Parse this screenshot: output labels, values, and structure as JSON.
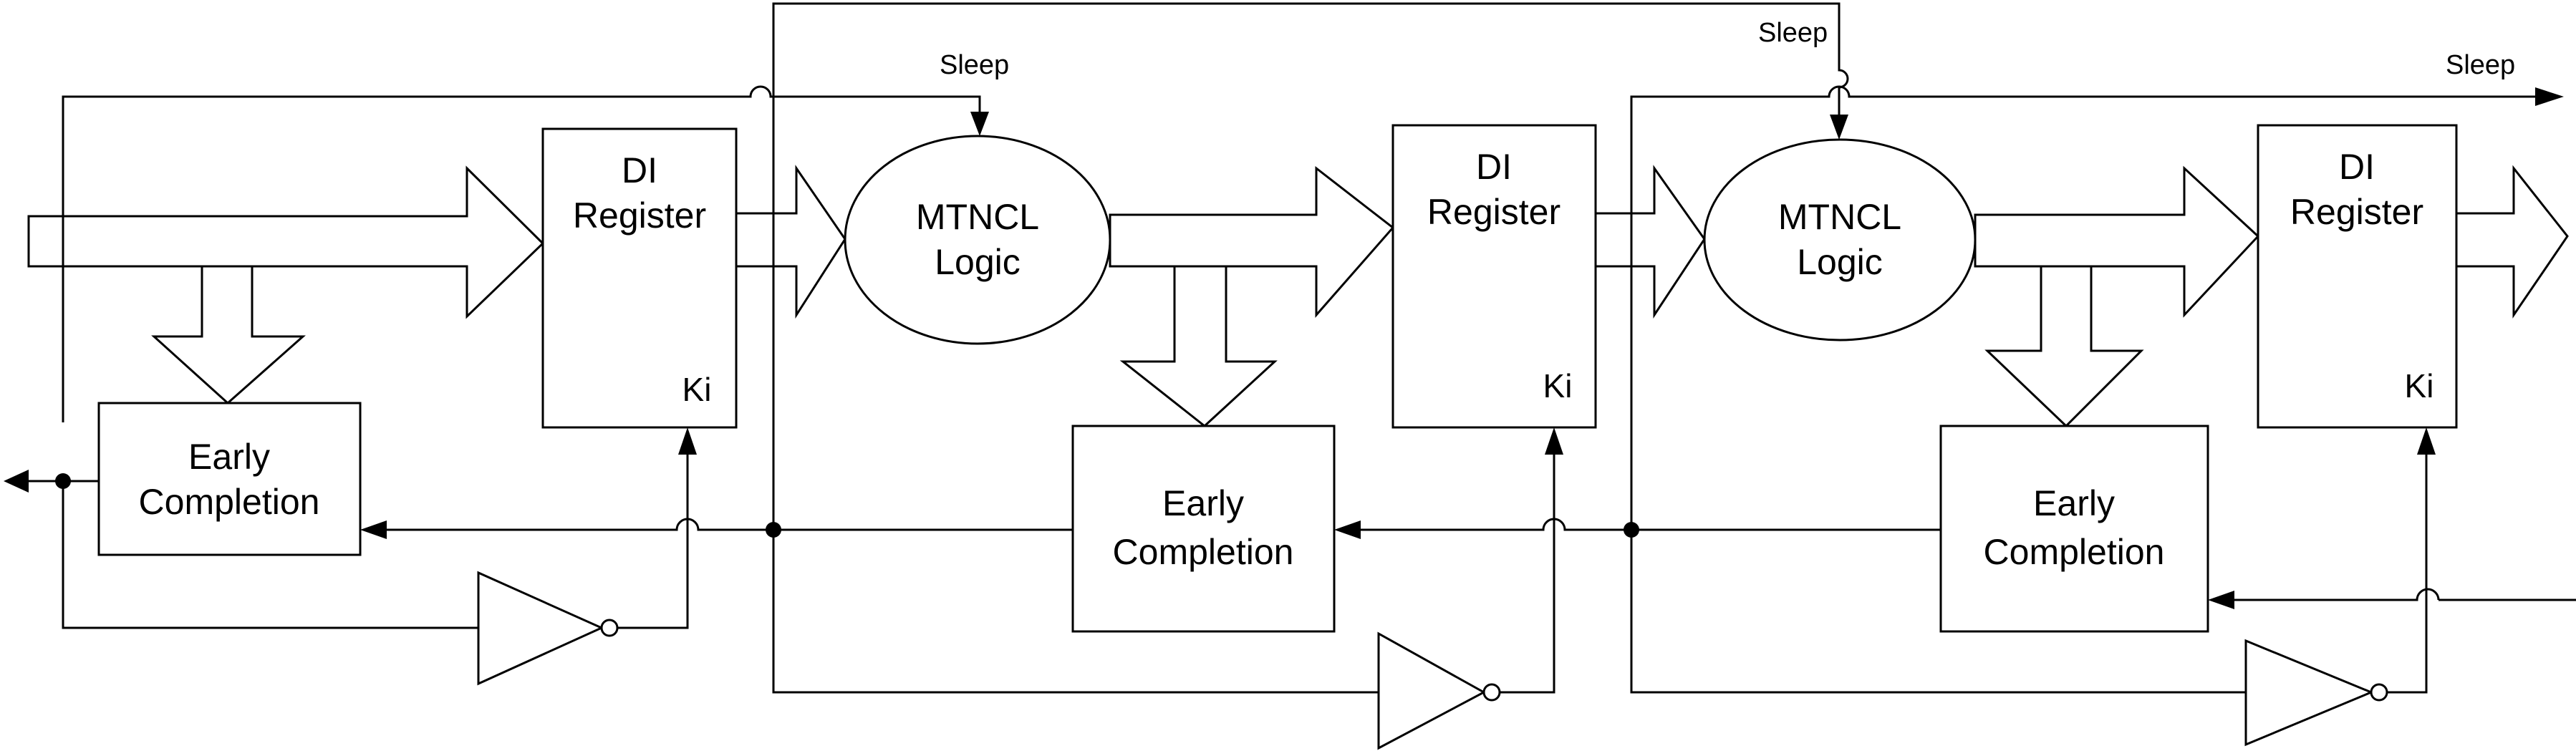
{
  "diagram": {
    "registers": [
      {
        "line1": "DI",
        "line2": "Register",
        "ki": "Ki"
      },
      {
        "line1": "DI",
        "line2": "Register",
        "ki": "Ki"
      },
      {
        "line1": "DI",
        "line2": "Register",
        "ki": "Ki"
      }
    ],
    "logic_blocks": [
      {
        "line1": "MTNCL",
        "line2": "Logic"
      },
      {
        "line1": "MTNCL",
        "line2": "Logic"
      }
    ],
    "completion_blocks": [
      {
        "line1": "Early",
        "line2": "Completion"
      },
      {
        "line1": "Early",
        "line2": "Completion"
      },
      {
        "line1": "Early",
        "line2": "Completion"
      }
    ],
    "sleep_labels": [
      "Sleep",
      "Sleep",
      "Sleep"
    ]
  }
}
